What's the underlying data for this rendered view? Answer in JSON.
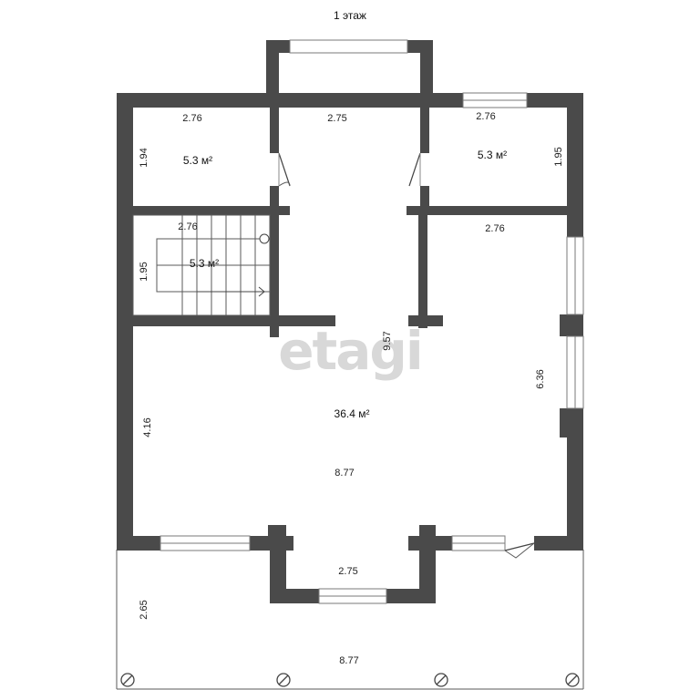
{
  "title": "1 этаж",
  "watermark": "etagi",
  "areas": {
    "top_left": "5.3 м²",
    "top_right": "5.3 м²",
    "stairs": "5.3 м²",
    "main": "36.4 м²"
  },
  "dimensions": {
    "top_left_width": "2.76",
    "top_left_height": "1.94",
    "corridor_width": "2.75",
    "top_right_width": "2.76",
    "top_right_height": "1.95",
    "stairs_width": "2.76",
    "stairs_height": "1.95",
    "right_room_width": "2.76",
    "center_length": "9.57",
    "right_height": "6.36",
    "left_height": "4.16",
    "main_width": "8.77",
    "bay_width": "2.75",
    "terrace_height": "2.65",
    "terrace_width": "8.77"
  }
}
